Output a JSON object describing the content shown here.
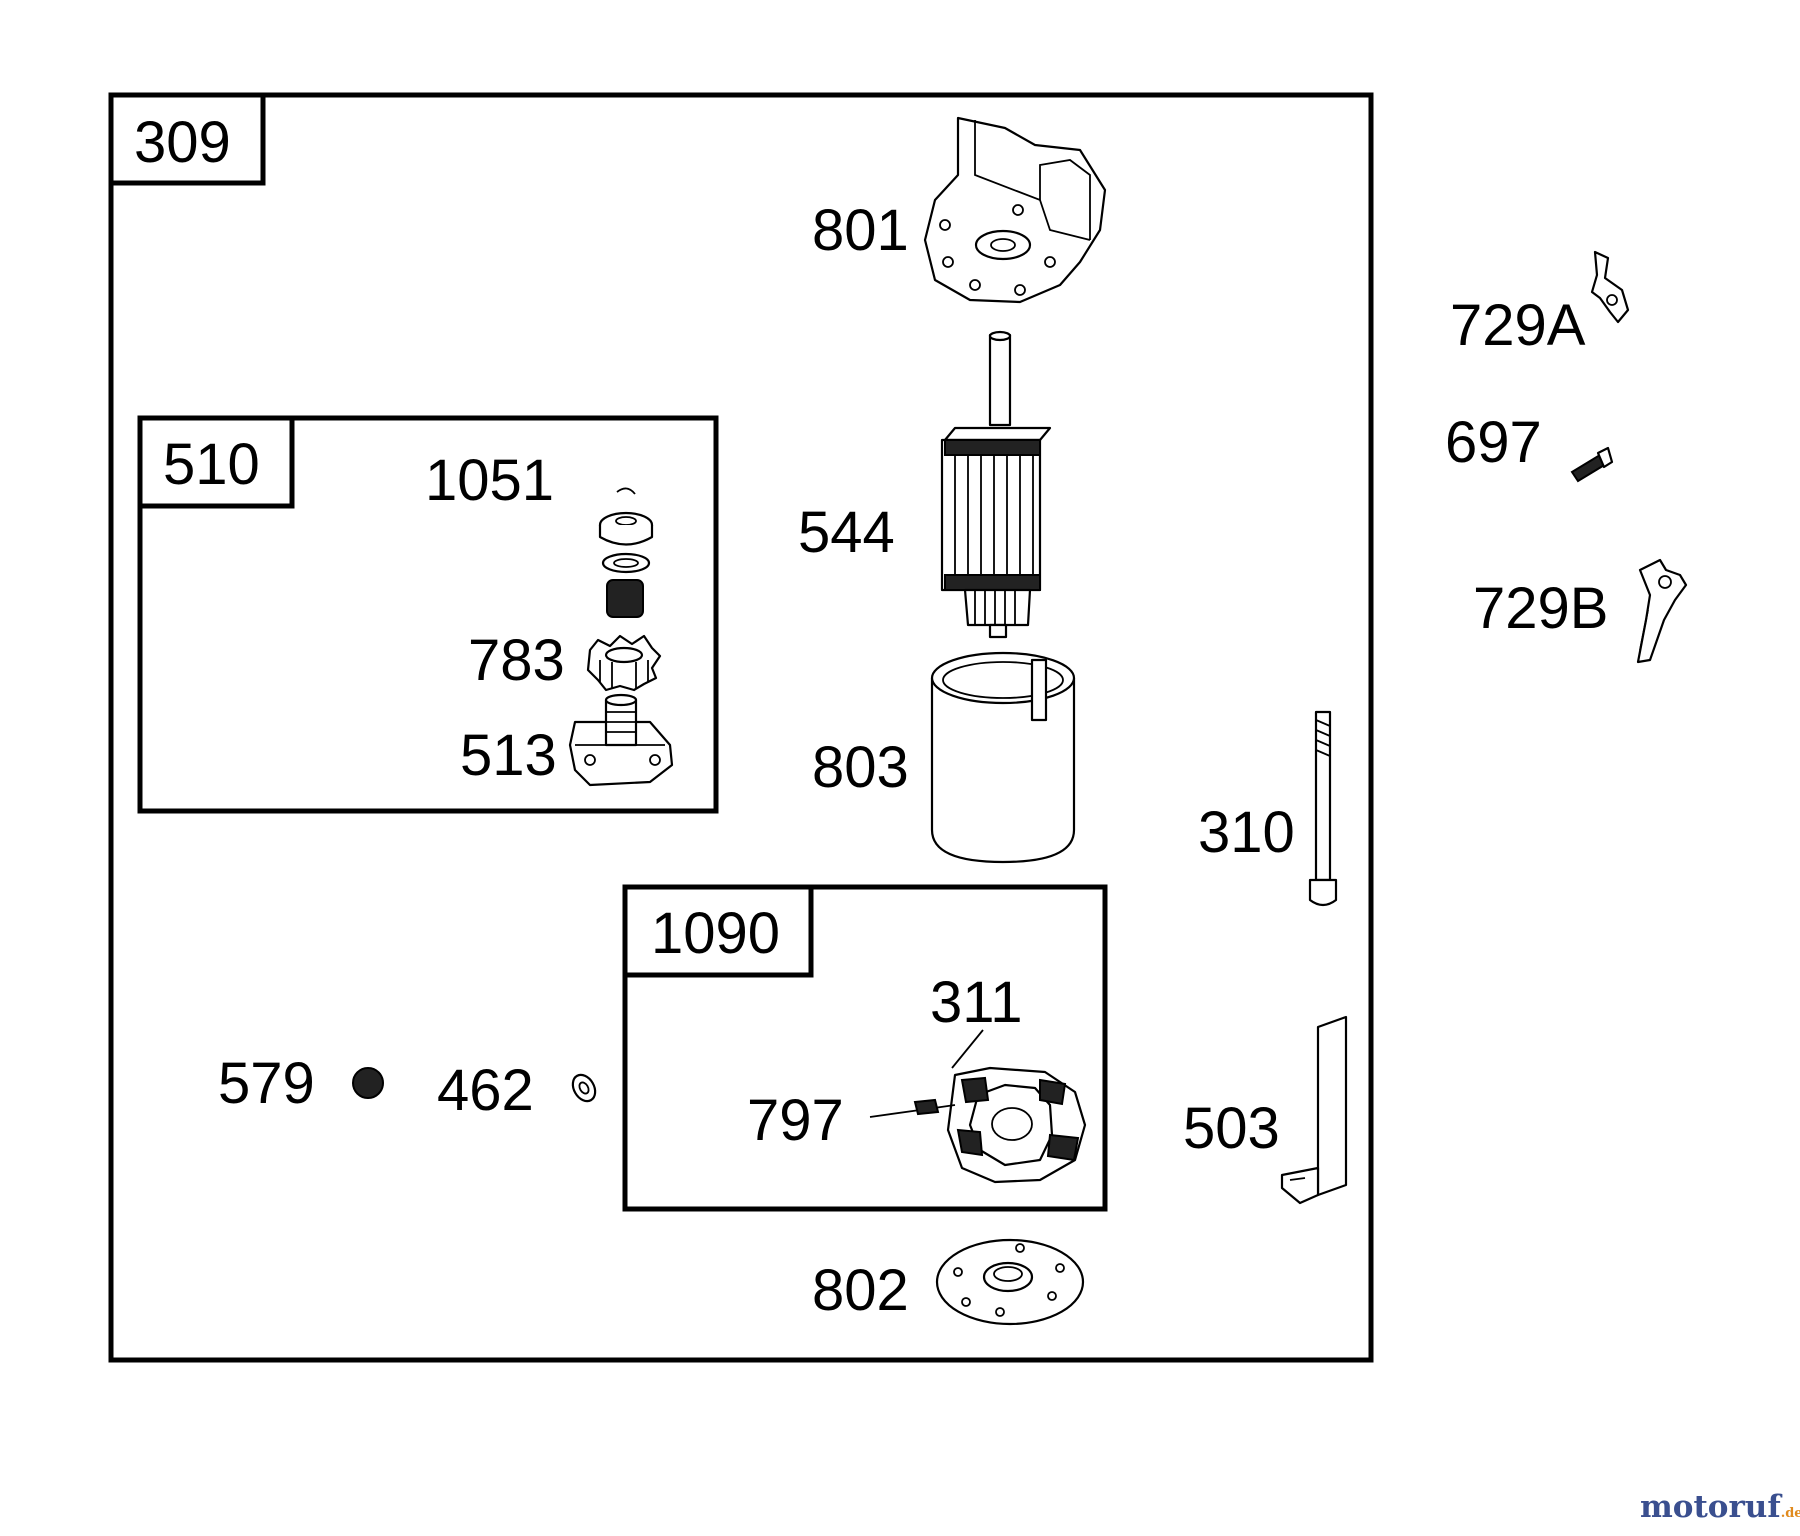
{
  "labels": {
    "assy_309": "309",
    "assy_510": "510",
    "assy_1090": "1090",
    "p801": "801",
    "p729a": "729A",
    "p697": "697",
    "p729b": "729B",
    "p1051": "1051",
    "p544": "544",
    "p783": "783",
    "p513": "513",
    "p803": "803",
    "p310": "310",
    "p311": "311",
    "p579": "579",
    "p462": "462",
    "p797": "797",
    "p503": "503",
    "p802": "802"
  },
  "watermark": {
    "text_main": "motoruf",
    "text_suffix": ".de",
    "color_moto": "#3a4f8f",
    "color_ruf": "#e08a1e"
  }
}
